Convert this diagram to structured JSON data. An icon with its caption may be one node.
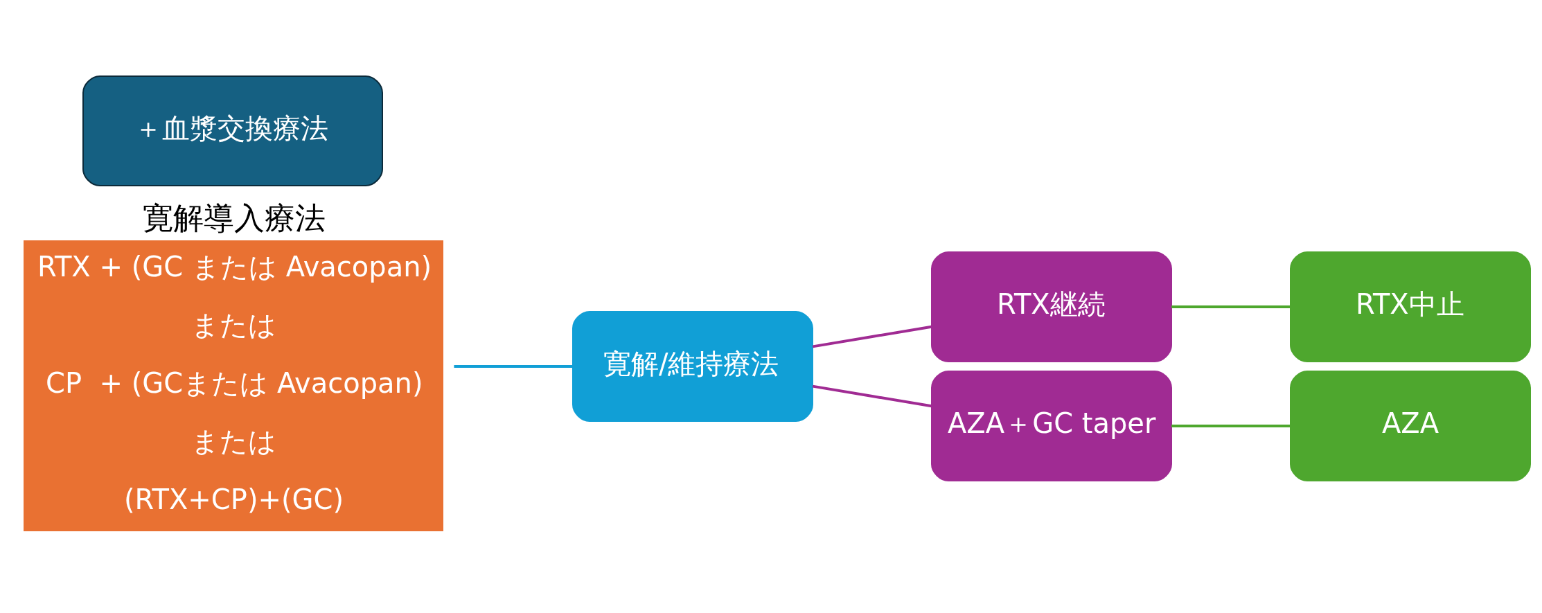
{
  "diagram": {
    "nodes": [
      {
        "text": [
          "寛解導入療法",
          "RTX + (GC または Avacopan)",
          "または",
          "CP  + (GCまたは Avacopan)",
          "または",
          "(RTX+CP)+(GC)"
        ]
      },
      {
        "text": [
          "＋血漿交換療法"
        ]
      },
      {
        "text": [
          "寛解/維持療法"
        ]
      },
      {
        "text": [
          "RTX継続"
        ]
      },
      {
        "text": [
          "AZA＋GC taper"
        ]
      },
      {
        "text": [
          "RTX中止"
        ]
      },
      {
        "text": [
          "AZA"
        ]
      }
    ],
    "edges": [
      {
        "from": 0,
        "to": 2,
        "arrow": "none",
        "color": "#119fd6"
      },
      {
        "from": 2,
        "to": 3,
        "arrow": "none",
        "color": "#a02b93"
      },
      {
        "from": 2,
        "to": 4,
        "arrow": "none",
        "color": "#a02b93"
      },
      {
        "from": 3,
        "to": 5,
        "arrow": "none",
        "color": "#4ea72e"
      },
      {
        "from": 4,
        "to": 6,
        "arrow": "none",
        "color": "#4ea72e"
      }
    ]
  }
}
